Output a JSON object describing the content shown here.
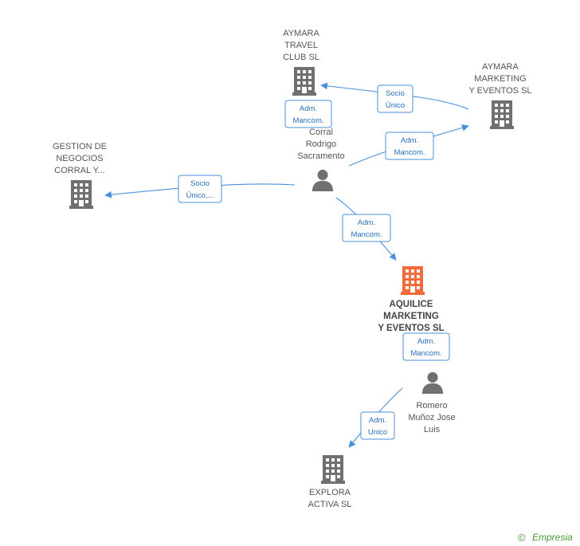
{
  "colors": {
    "edge": "#4a90d9",
    "company": "#707070",
    "company_main": "#f26b3a",
    "person": "#707070",
    "label_border": "#4a90d9",
    "watermark": "#4a9a3a"
  },
  "companies": {
    "aymara_travel": {
      "lines": [
        "AYMARA",
        "TRAVEL",
        "CLUB SL"
      ],
      "icon": "building-icon"
    },
    "aymara_marketing": {
      "lines": [
        "AYMARA",
        "MARKETING",
        "Y EVENTOS SL"
      ],
      "icon": "building-icon"
    },
    "gestion_negocios": {
      "lines": [
        "GESTION DE",
        "NEGOCIOS",
        "CORRAL Y..."
      ],
      "icon": "building-icon"
    },
    "aquilice": {
      "lines": [
        "AQUILICE",
        "MARKETING",
        "Y EVENTOS SL"
      ],
      "icon": "building-icon",
      "highlight": true
    },
    "explora": {
      "lines": [
        "EXPLORA",
        "ACTIVA  SL"
      ],
      "icon": "building-icon"
    }
  },
  "people": {
    "corral": {
      "lines": [
        "Corral",
        "Rodrigo",
        "Sacramento"
      ],
      "icon": "person-icon"
    },
    "romero": {
      "lines": [
        "Romero",
        "Muñoz Jose",
        "Luis"
      ],
      "icon": "person-icon"
    }
  },
  "relations": {
    "marketing_to_travel": {
      "lines": [
        "Socio",
        "Único"
      ]
    },
    "travel_adm": {
      "lines": [
        "Adm.",
        "Mancom."
      ]
    },
    "corral_to_marketing": {
      "lines": [
        "Adm.",
        "Mancom."
      ]
    },
    "corral_to_gestion": {
      "lines": [
        "Socio",
        "Único,..."
      ]
    },
    "corral_to_aquilice": {
      "lines": [
        "Adm.",
        "Mancom."
      ]
    },
    "aquilice_adm": {
      "lines": [
        "Adm.",
        "Mancom."
      ]
    },
    "romero_to_explora": {
      "lines": [
        "Adm.",
        "Unico"
      ]
    }
  },
  "watermark": {
    "copyright": "©",
    "brand": "Empresia"
  }
}
